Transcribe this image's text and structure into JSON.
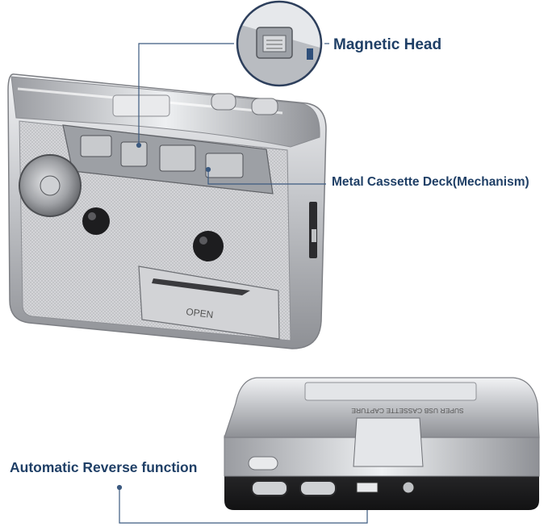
{
  "callouts": {
    "magnetic_head": "Magnetic Head",
    "cassette_deck": "Metal Cassette Deck(Mechanism)",
    "auto_reverse": "Automatic Reverse function"
  },
  "device_print": {
    "open_label": "OPEN",
    "top_brand": "SUPER USB CASSETTE CAPTURE"
  },
  "colors": {
    "callout_text": "#1f3f66",
    "leader_line": "#3c5a80",
    "silver": "#c9cbcf",
    "dark_body": "#2a2a2c"
  }
}
